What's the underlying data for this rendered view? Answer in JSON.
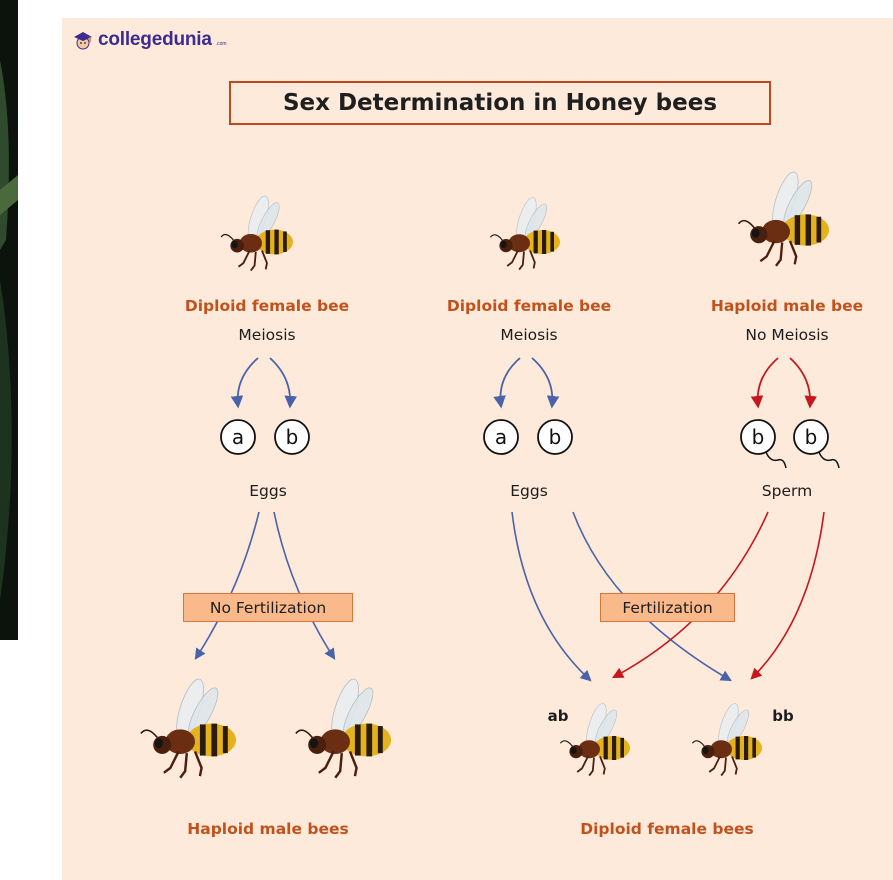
{
  "brand": {
    "name": "collegedunia",
    "suffix": ".com"
  },
  "title": "Sex Determination in Honey bees",
  "left": {
    "parent_label": "Diploid female bee",
    "process": "Meiosis",
    "gametes": [
      "a",
      "b"
    ],
    "gamete_label": "Eggs",
    "event": "No Fertilization",
    "offspring_label": "Haploid male bees"
  },
  "right": {
    "female_label": "Diploid female bee",
    "female_process": "Meiosis",
    "female_gametes": [
      "a",
      "b"
    ],
    "female_gamete_label": "Eggs",
    "male_label": "Haploid male bee",
    "male_process": "No Meiosis",
    "male_gametes": [
      "b",
      "b"
    ],
    "male_gamete_label": "Sperm",
    "event": "Fertilization",
    "offspring_genotypes": [
      "ab",
      "bb"
    ],
    "offspring_label": "Diploid female bees"
  },
  "colors": {
    "panel": "#fdeadb",
    "title_border": "#c0461c",
    "label_orange": "#c2521d",
    "arrow_blue": "#4a62a8",
    "arrow_red": "#c8161d",
    "tag_fill": "#f9b98a"
  }
}
